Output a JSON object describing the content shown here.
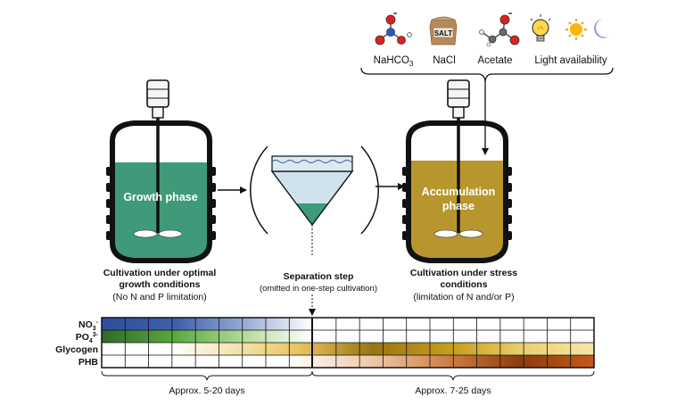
{
  "stage1": {
    "reactor_label": "Growth phase",
    "title": "Cultivation under optimal growth conditions",
    "title_line1": "Cultivation under optimal",
    "title_line2": "growth conditions",
    "subtitle": "(No N and P limitation)"
  },
  "separation": {
    "title": "Separation step",
    "subtitle": "(omitted in one-step cultivation)"
  },
  "stage2": {
    "reactor_label_line1": "Accumulation",
    "reactor_label_line2": "phase",
    "title_line1": "Cultivation under stress",
    "title_line2": "conditions",
    "subtitle": "(limitation of N and/or P)"
  },
  "stressors": {
    "salt_text": "SALT",
    "nahco3_main": "NaHCO",
    "nahco3_sub": "3",
    "nacl": "NaCl",
    "acetate": "Acetate",
    "light": "Light availability",
    "icons": [
      "bicarbonate-molecule-icon",
      "salt-bag-icon",
      "acetate-molecule-icon",
      "light-bulb-icon",
      "sun-icon",
      "moon-icon"
    ]
  },
  "timeline": {
    "rows": [
      {
        "name": "NO3-",
        "label": "NO",
        "sub": "3",
        "sup": "-"
      },
      {
        "name": "PO43-",
        "label": "PO",
        "sub": "4",
        "sup": "3-"
      },
      {
        "name": "Glycogen",
        "label": "Glycogen",
        "sub": "",
        "sup": ""
      },
      {
        "name": "PHB",
        "label": "PHB",
        "sub": "",
        "sup": ""
      }
    ],
    "period1": "Approx. 5-20 days",
    "period2": "Approx. 7-25 days"
  },
  "colors": {
    "growth_medium": "#3e9a78",
    "accumulation_medium": "#b8962e",
    "nitrate": "#2f4f9c",
    "phosphate": "#3d9a2f",
    "glycogen": "#c9a015",
    "phb": "#b84f10"
  }
}
